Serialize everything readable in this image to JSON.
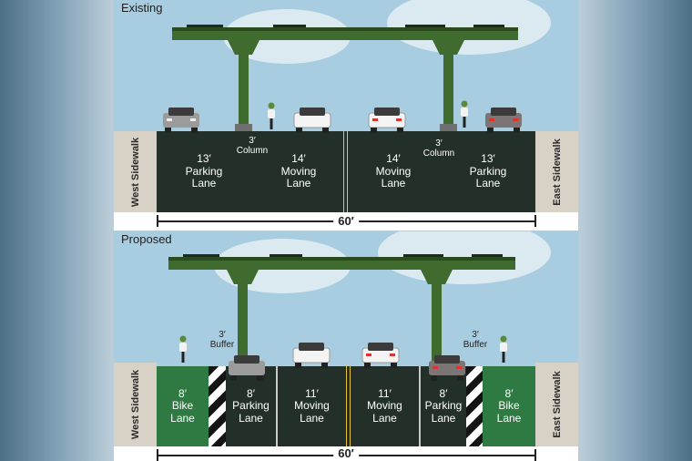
{
  "existing": {
    "title": "Existing",
    "west_sidewalk": "West Sidewalk",
    "east_sidewalk": "East Sidewalk",
    "lanes": [
      {
        "width": "13′",
        "label": "Parking Lane"
      },
      {
        "width": "14′",
        "label": "Moving Lane"
      },
      {
        "width": "14′",
        "label": "Moving Lane"
      },
      {
        "width": "13′",
        "label": "Parking Lane"
      }
    ],
    "column_notes": [
      {
        "width": "3′",
        "label": "Column"
      },
      {
        "width": "3′",
        "label": "Column"
      }
    ],
    "dimension": "60′"
  },
  "proposed": {
    "title": "Proposed",
    "west_sidewalk": "West Sidewalk",
    "east_sidewalk": "East Sidewalk",
    "lanes": [
      {
        "width": "8′",
        "label": "Bike Lane"
      },
      {
        "width": "8′",
        "label": "Parking Lane"
      },
      {
        "width": "11′",
        "label": "Moving Lane"
      },
      {
        "width": "11′",
        "label": "Moving Lane"
      },
      {
        "width": "8′",
        "label": "Parking Lane"
      },
      {
        "width": "8′",
        "label": "Bike Lane"
      }
    ],
    "buffer_notes": [
      {
        "width": "3′",
        "label": "Buffer"
      },
      {
        "width": "3′",
        "label": "Buffer"
      }
    ],
    "dimension": "60′"
  },
  "colors": {
    "roadway": "#23302a",
    "bike_lane": "#2f7a43",
    "structure": "#3f6b2f",
    "sidewalk": "#d8d2c6",
    "centerline": "#e7c23b"
  }
}
